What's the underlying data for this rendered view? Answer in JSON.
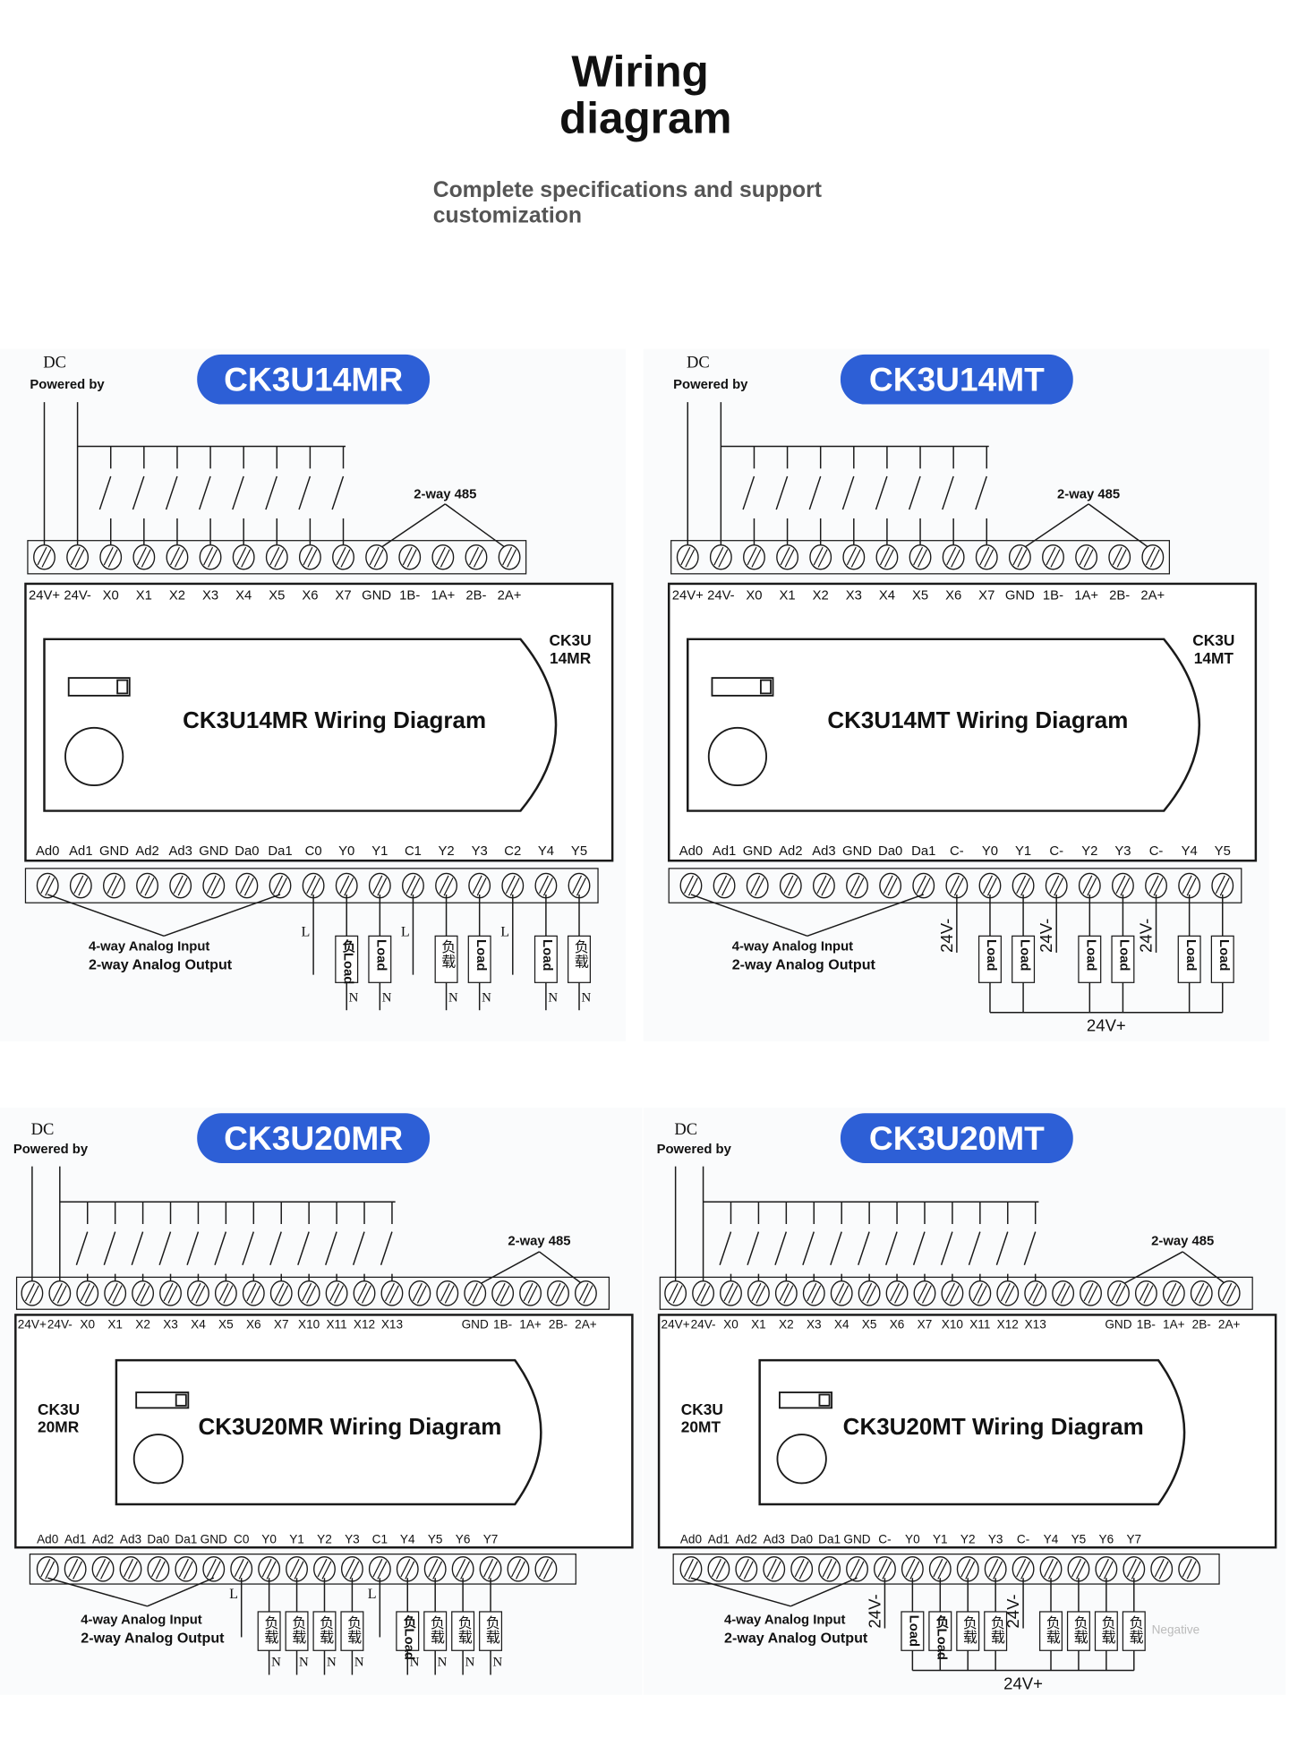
{
  "header": {
    "title_line1": "Wiring",
    "title_line2": "diagram",
    "subtitle_line1": "Complete specifications and support",
    "subtitle_line2": "customization"
  },
  "colors": {
    "pill": "#2d5fd6",
    "line": "#1a1a1a",
    "panel_bg": "#fafbfc",
    "subtitle": "#555555"
  },
  "panels": [
    {
      "model": "CK3U14MR",
      "output_type": "relay",
      "dc": "DC",
      "powered_by": "Powered by",
      "rs485_label": "2-way 485",
      "body_model_line1": "CK3U",
      "body_model_line2": "14MR",
      "diagram_title": "CK3U14MR Wiring Diagram",
      "top_terminals": [
        "24V+",
        "24V-",
        "X0",
        "X1",
        "X2",
        "X3",
        "X4",
        "X5",
        "X6",
        "X7",
        "GND",
        "1B-",
        "1A+",
        "2B-",
        "2A+"
      ],
      "bottom_terminals": [
        "Ad0",
        "Ad1",
        "GND",
        "Ad2",
        "Ad3",
        "GND",
        "Da0",
        "Da1",
        "C0",
        "Y0",
        "Y1",
        "C1",
        "Y2",
        "Y3",
        "C2",
        "Y4",
        "Y5"
      ],
      "analog_line1": "4-way Analog Input",
      "analog_line2": "2-way Analog Output",
      "common_label": "L",
      "neutral_label": "N",
      "commons": [
        8,
        11,
        14
      ],
      "loads": [
        {
          "t": 9,
          "label": "负Load"
        },
        {
          "t": 10,
          "label": "Load"
        },
        {
          "t": 12,
          "label": "负载"
        },
        {
          "t": 13,
          "label": "Load"
        },
        {
          "t": 15,
          "label": "Load"
        },
        {
          "t": 16,
          "label": "负载"
        }
      ]
    },
    {
      "model": "CK3U14MT",
      "output_type": "transistor",
      "dc": "DC",
      "powered_by": "Powered by",
      "rs485_label": "2-way 485",
      "body_model_line1": "CK3U",
      "body_model_line2": "14MT",
      "diagram_title": "CK3U14MT Wiring Diagram",
      "top_terminals": [
        "24V+",
        "24V-",
        "X0",
        "X1",
        "X2",
        "X3",
        "X4",
        "X5",
        "X6",
        "X7",
        "GND",
        "1B-",
        "1A+",
        "2B-",
        "2A+"
      ],
      "bottom_terminals": [
        "Ad0",
        "Ad1",
        "GND",
        "Ad2",
        "Ad3",
        "GND",
        "Da0",
        "Da1",
        "C-",
        "Y0",
        "Y1",
        "C-",
        "Y2",
        "Y3",
        "C-",
        "Y4",
        "Y5"
      ],
      "analog_line1": "4-way Analog Input",
      "analog_line2": "2-way Analog Output",
      "common_label": "24V-",
      "bus_label": "24V+",
      "commons": [
        8,
        11,
        14
      ],
      "loads": [
        {
          "t": 9,
          "label": "Load"
        },
        {
          "t": 10,
          "label": "Load"
        },
        {
          "t": 12,
          "label": "Load"
        },
        {
          "t": 13,
          "label": "Load"
        },
        {
          "t": 15,
          "label": "Load"
        },
        {
          "t": 16,
          "label": "Load"
        }
      ]
    },
    {
      "model": "CK3U20MR",
      "output_type": "relay",
      "dc": "DC",
      "powered_by": "Powered by",
      "rs485_label": "2-way 485",
      "body_model_line1": "CK3U",
      "body_model_line2": "20MR",
      "diagram_title": "CK3U20MR Wiring Diagram",
      "top_terminals": [
        "24V+",
        "24V-",
        "X0",
        "X1",
        "X2",
        "X3",
        "X4",
        "X5",
        "X6",
        "X7",
        "X10",
        "X11",
        "X12",
        "X13",
        "",
        "",
        "GND",
        "1B-",
        "1A+",
        "2B-",
        "2A+"
      ],
      "bottom_terminals": [
        "Ad0",
        "Ad1",
        "Ad2",
        "Ad3",
        "Da0",
        "Da1",
        "GND",
        "C0",
        "Y0",
        "Y1",
        "Y2",
        "Y3",
        "C1",
        "Y4",
        "Y5",
        "Y6",
        "Y7",
        "",
        ""
      ],
      "analog_line1": "4-way Analog Input",
      "analog_line2": "2-way Analog Output",
      "common_label": "L",
      "neutral_label": "N",
      "commons": [
        7,
        12
      ],
      "loads": [
        {
          "t": 8,
          "label": "负载"
        },
        {
          "t": 9,
          "label": "负载"
        },
        {
          "t": 10,
          "label": "负载"
        },
        {
          "t": 11,
          "label": "负载"
        },
        {
          "t": 13,
          "label": "负Load"
        },
        {
          "t": 14,
          "label": "负载"
        },
        {
          "t": 15,
          "label": "负载"
        },
        {
          "t": 16,
          "label": "负载"
        }
      ]
    },
    {
      "model": "CK3U20MT",
      "output_type": "transistor",
      "dc": "DC",
      "powered_by": "Powered by",
      "rs485_label": "2-way 485",
      "body_model_line1": "CK3U",
      "body_model_line2": "20MT",
      "diagram_title": "CK3U20MT Wiring Diagram",
      "top_terminals": [
        "24V+",
        "24V-",
        "X0",
        "X1",
        "X2",
        "X3",
        "X4",
        "X5",
        "X6",
        "X7",
        "X10",
        "X11",
        "X12",
        "X13",
        "",
        "",
        "GND",
        "1B-",
        "1A+",
        "2B-",
        "2A+"
      ],
      "bottom_terminals": [
        "Ad0",
        "Ad1",
        "Ad2",
        "Ad3",
        "Da0",
        "Da1",
        "GND",
        "C-",
        "Y0",
        "Y1",
        "Y2",
        "Y3",
        "C-",
        "Y4",
        "Y5",
        "Y6",
        "Y7",
        "",
        ""
      ],
      "analog_line1": "4-way Analog Input",
      "analog_line2": "2-way Analog Output",
      "common_label": "24V-",
      "bus_label": "24V+",
      "watermark": "Negative",
      "commons": [
        7,
        12
      ],
      "loads": [
        {
          "t": 8,
          "label": "Load"
        },
        {
          "t": 9,
          "label": "负Load"
        },
        {
          "t": 10,
          "label": "负载"
        },
        {
          "t": 11,
          "label": "负载"
        },
        {
          "t": 13,
          "label": "负载"
        },
        {
          "t": 14,
          "label": "负载"
        },
        {
          "t": 15,
          "label": "负载"
        },
        {
          "t": 16,
          "label": "负载"
        }
      ]
    }
  ]
}
